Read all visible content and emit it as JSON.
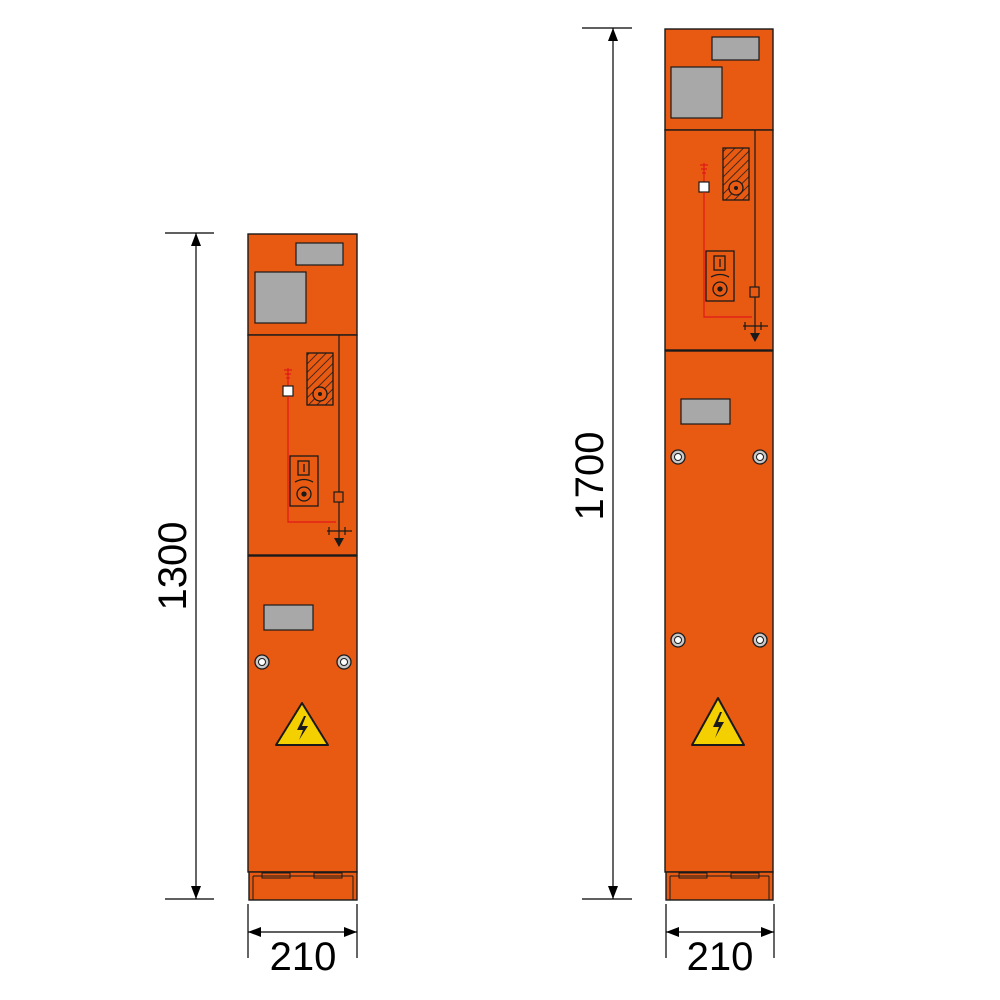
{
  "colors": {
    "body": "#E85A12",
    "outline": "#1a1a1a",
    "window": "#A8A8A8",
    "wiring": "#E01818",
    "hazard": "#F5D000"
  },
  "cabinets": [
    {
      "id": "small",
      "height_label": "1300",
      "width_label": "210"
    },
    {
      "id": "large",
      "height_label": "1700",
      "width_label": "210"
    }
  ],
  "icons": {
    "warning": "high-voltage-warning-icon",
    "bolt": "hex-bolt-icon",
    "meter": "meter-module-icon",
    "fuse": "fuse-switch-icon"
  }
}
